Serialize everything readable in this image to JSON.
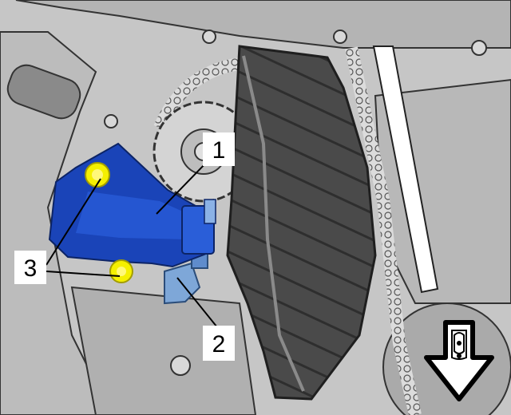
{
  "callouts": [
    {
      "number": "1",
      "part": "camshaft-actuator-solenoid"
    },
    {
      "number": "2",
      "part": "bracket-sensor"
    },
    {
      "number": "3",
      "part": "mounting-bolts"
    }
  ],
  "colors": {
    "background": "#c6c6c6",
    "engine_outline": "#3a3a3a",
    "actuator_blue": "#1a44b8",
    "bracket_blue": "#7ea7d8",
    "bolt_yellow": "#f5f000",
    "guide_dark": "#3b3b3b",
    "arrow_black": "#000000"
  },
  "icons": {
    "direction_arrow": "down-arrow-icon"
  }
}
